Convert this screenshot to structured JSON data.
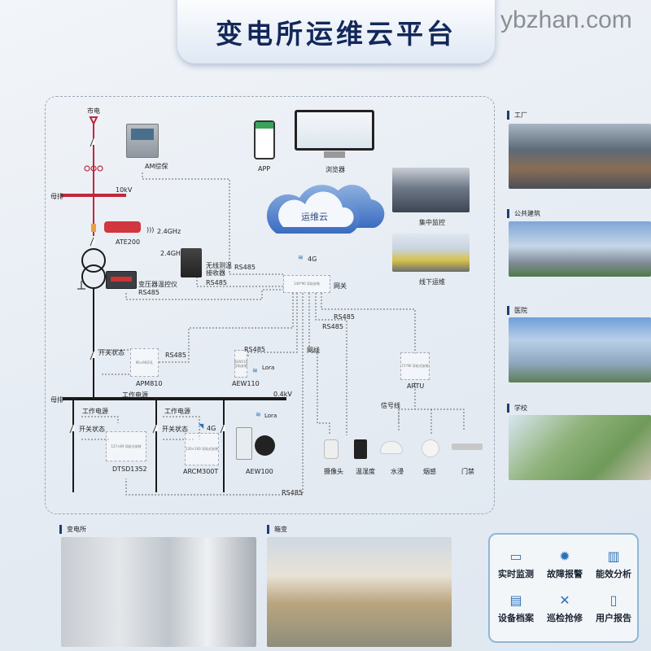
{
  "title": "变电所运维云平台",
  "watermark": "ybzhan.com",
  "diagram": {
    "city_power": "市电",
    "am": "AM综保",
    "bus": "母排",
    "kv10": "10kV",
    "ate": "ATE200",
    "ghz1": "2.4GHz",
    "ghz2": "2.4GHz",
    "receiver1": "无线测温",
    "receiver2": "接收器",
    "transformer_ctrl": "变压器温控仪",
    "rs485": "RS485",
    "app": "APP",
    "browser": "浏览器",
    "cloud": "运维云",
    "g4": "4G",
    "gateway": "网关",
    "gateway_spec": "140*90 导轨安装",
    "central": "集中监控",
    "offline": "线下运维",
    "switch_status": "开关状态",
    "apm810": "APM810",
    "apm_spec": "96×96开孔",
    "aew110": "AEW110",
    "aew110_spec": "AEW110 导轨安装",
    "lora": "Lora",
    "bus2": "母排",
    "work_power": "工作电源",
    "kv04": "0.4kV",
    "dtsd": "DTSD1352",
    "dtsd_spec": "127×89 导轨式安装",
    "arcm": "ARCM300T",
    "arcm_spec": "126×100 导轨式安装",
    "aew100": "AEW100",
    "net_line": "网线",
    "artu": "ARTU",
    "artu_spec": "71*90 导轨式安装",
    "signal_line": "信号线",
    "sensors": [
      "摄像头",
      "温湿度",
      "水浸",
      "烟感",
      "门禁"
    ]
  },
  "right": [
    "工厂",
    "公共建筑",
    "医院",
    "学校"
  ],
  "bottom": {
    "substation": "变电所",
    "box": "箱变"
  },
  "features": [
    {
      "label": "实时监测",
      "icon": "monitor-icon"
    },
    {
      "label": "故障报警",
      "icon": "alarm-icon"
    },
    {
      "label": "能效分析",
      "icon": "chart-icon"
    },
    {
      "label": "设备档案",
      "icon": "archive-icon"
    },
    {
      "label": "巡检抢修",
      "icon": "tools-icon"
    },
    {
      "label": "用户报告",
      "icon": "report-icon"
    }
  ],
  "colors": {
    "title": "#13285a",
    "accent": "#2a72b8",
    "red_line": "#c0283a"
  }
}
